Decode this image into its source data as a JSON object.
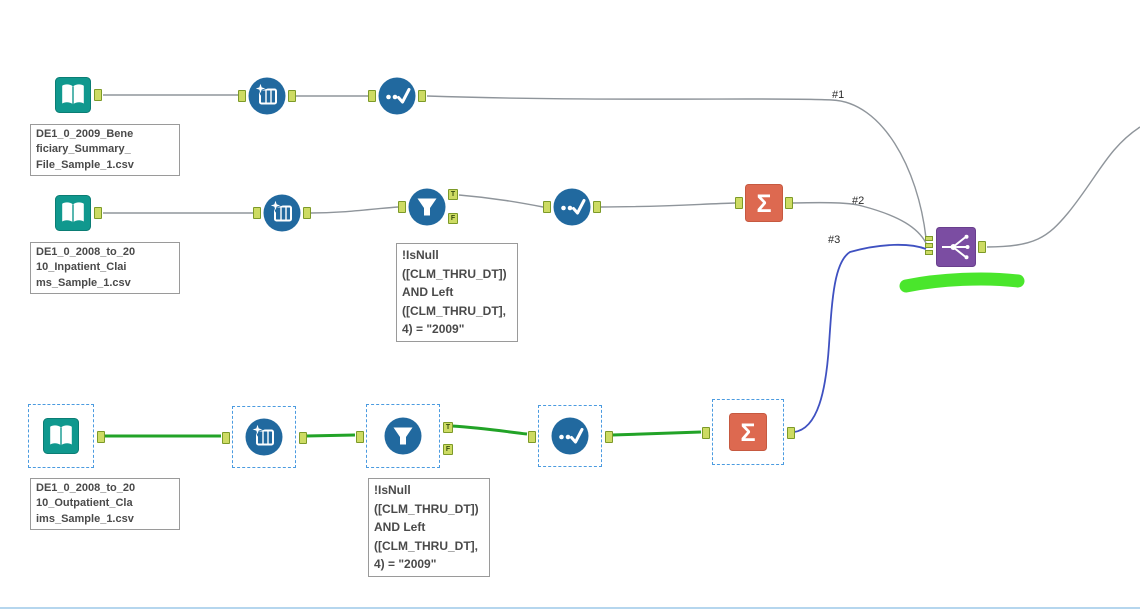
{
  "colors": {
    "input_tool": "#10988e",
    "prep_tool": "#21699f",
    "summarize_tool": "#dd6950",
    "union_tool": "#7b4da2",
    "wire_gray": "#8f959b",
    "wire_selected_green": "#22a327",
    "wire_blue": "#3f51c1",
    "anchor_fill": "#cddb63",
    "selection_outline": "#4b9be0",
    "marker_highlight": "#3be41a",
    "canvas_bottom_edge": "#b5d6ee"
  },
  "icons": {
    "input_data": "open-book",
    "data_cleansing": "sparkle-grid",
    "select": "dots-checkmark",
    "filter": "funnel",
    "summarize_sigma": "Σ",
    "union": "branch-merge"
  },
  "connection_labels": {
    "first": "#1",
    "second": "#2",
    "third": "#3"
  },
  "filter_anchor_labels": {
    "true": "T",
    "false": "F"
  },
  "streams": [
    {
      "input_caption": "DE1_0_2009_Bene\nficiary_Summary_\nFile_Sample_1.csv"
    },
    {
      "input_caption": "DE1_0_2008_to_20\n10_Inpatient_Clai\nms_Sample_1.csv",
      "filter_annotation": "!IsNull\n([CLM_THRU_DT])\nAND Left\n([CLM_THRU_DT],\n4) = \"2009\""
    },
    {
      "input_caption": "DE1_0_2008_to_20\n10_Outpatient_Cla\nims_Sample_1.csv",
      "filter_annotation": "!IsNull\n([CLM_THRU_DT])\nAND Left\n([CLM_THRU_DT],\n4) = \"2009\""
    }
  ]
}
